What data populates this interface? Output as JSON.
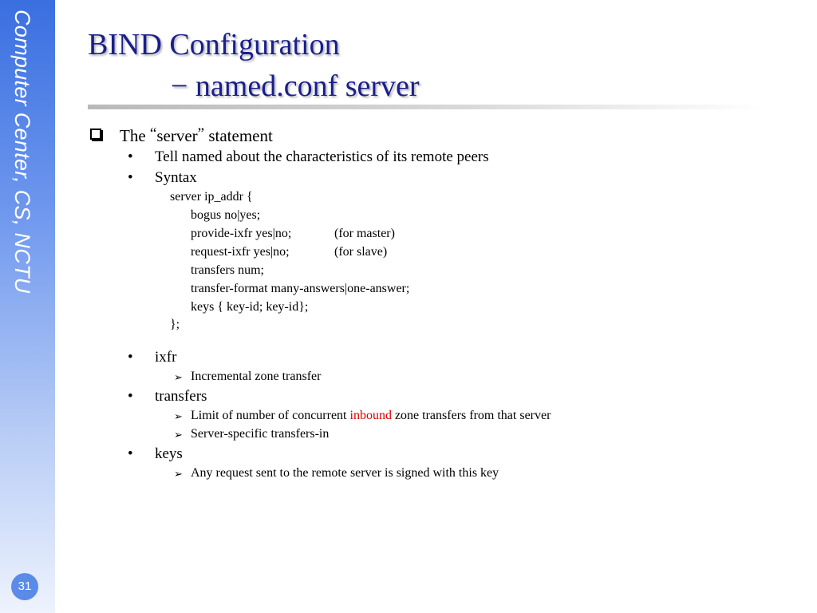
{
  "sidebar": {
    "text": "Computer Center, CS, NCTU"
  },
  "page_number": "31",
  "title": {
    "line1": "BIND Configuration",
    "line2": "− named.conf  server"
  },
  "main": {
    "heading": {
      "prefix": "The ",
      "open_quote": "“",
      "keyword": "server",
      "close_quote": "”",
      "suffix": " statement"
    },
    "bullet_symbol": "•",
    "arrow_symbol": "➢",
    "items": [
      "Tell named about the characteristics of its remote peers",
      "Syntax"
    ],
    "syntax": {
      "open": "server ip_addr {",
      "lines": [
        {
          "code": "bogus no|yes;",
          "note": ""
        },
        {
          "code": "provide-ixfr yes|no;",
          "note": "(for master)"
        },
        {
          "code": "request-ixfr yes|no;",
          "note": "(for slave)"
        },
        {
          "code": "transfers num;",
          "note": ""
        },
        {
          "code": "transfer-format many-answers|one-answer;",
          "note": ""
        },
        {
          "code": "keys { key-id; key-id};",
          "note": ""
        }
      ],
      "close": "};"
    },
    "ixfr": {
      "label": "ixfr",
      "sub": "Incremental zone transfer"
    },
    "transfers": {
      "label": "transfers",
      "sub1": {
        "before": "Limit of number of concurrent ",
        "highlight": "inbound",
        "after": " zone transfers from that server"
      },
      "sub2": "Server-specific transfers-in"
    },
    "keys": {
      "label": "keys",
      "sub": "Any request sent to the remote server is signed with this key"
    }
  }
}
